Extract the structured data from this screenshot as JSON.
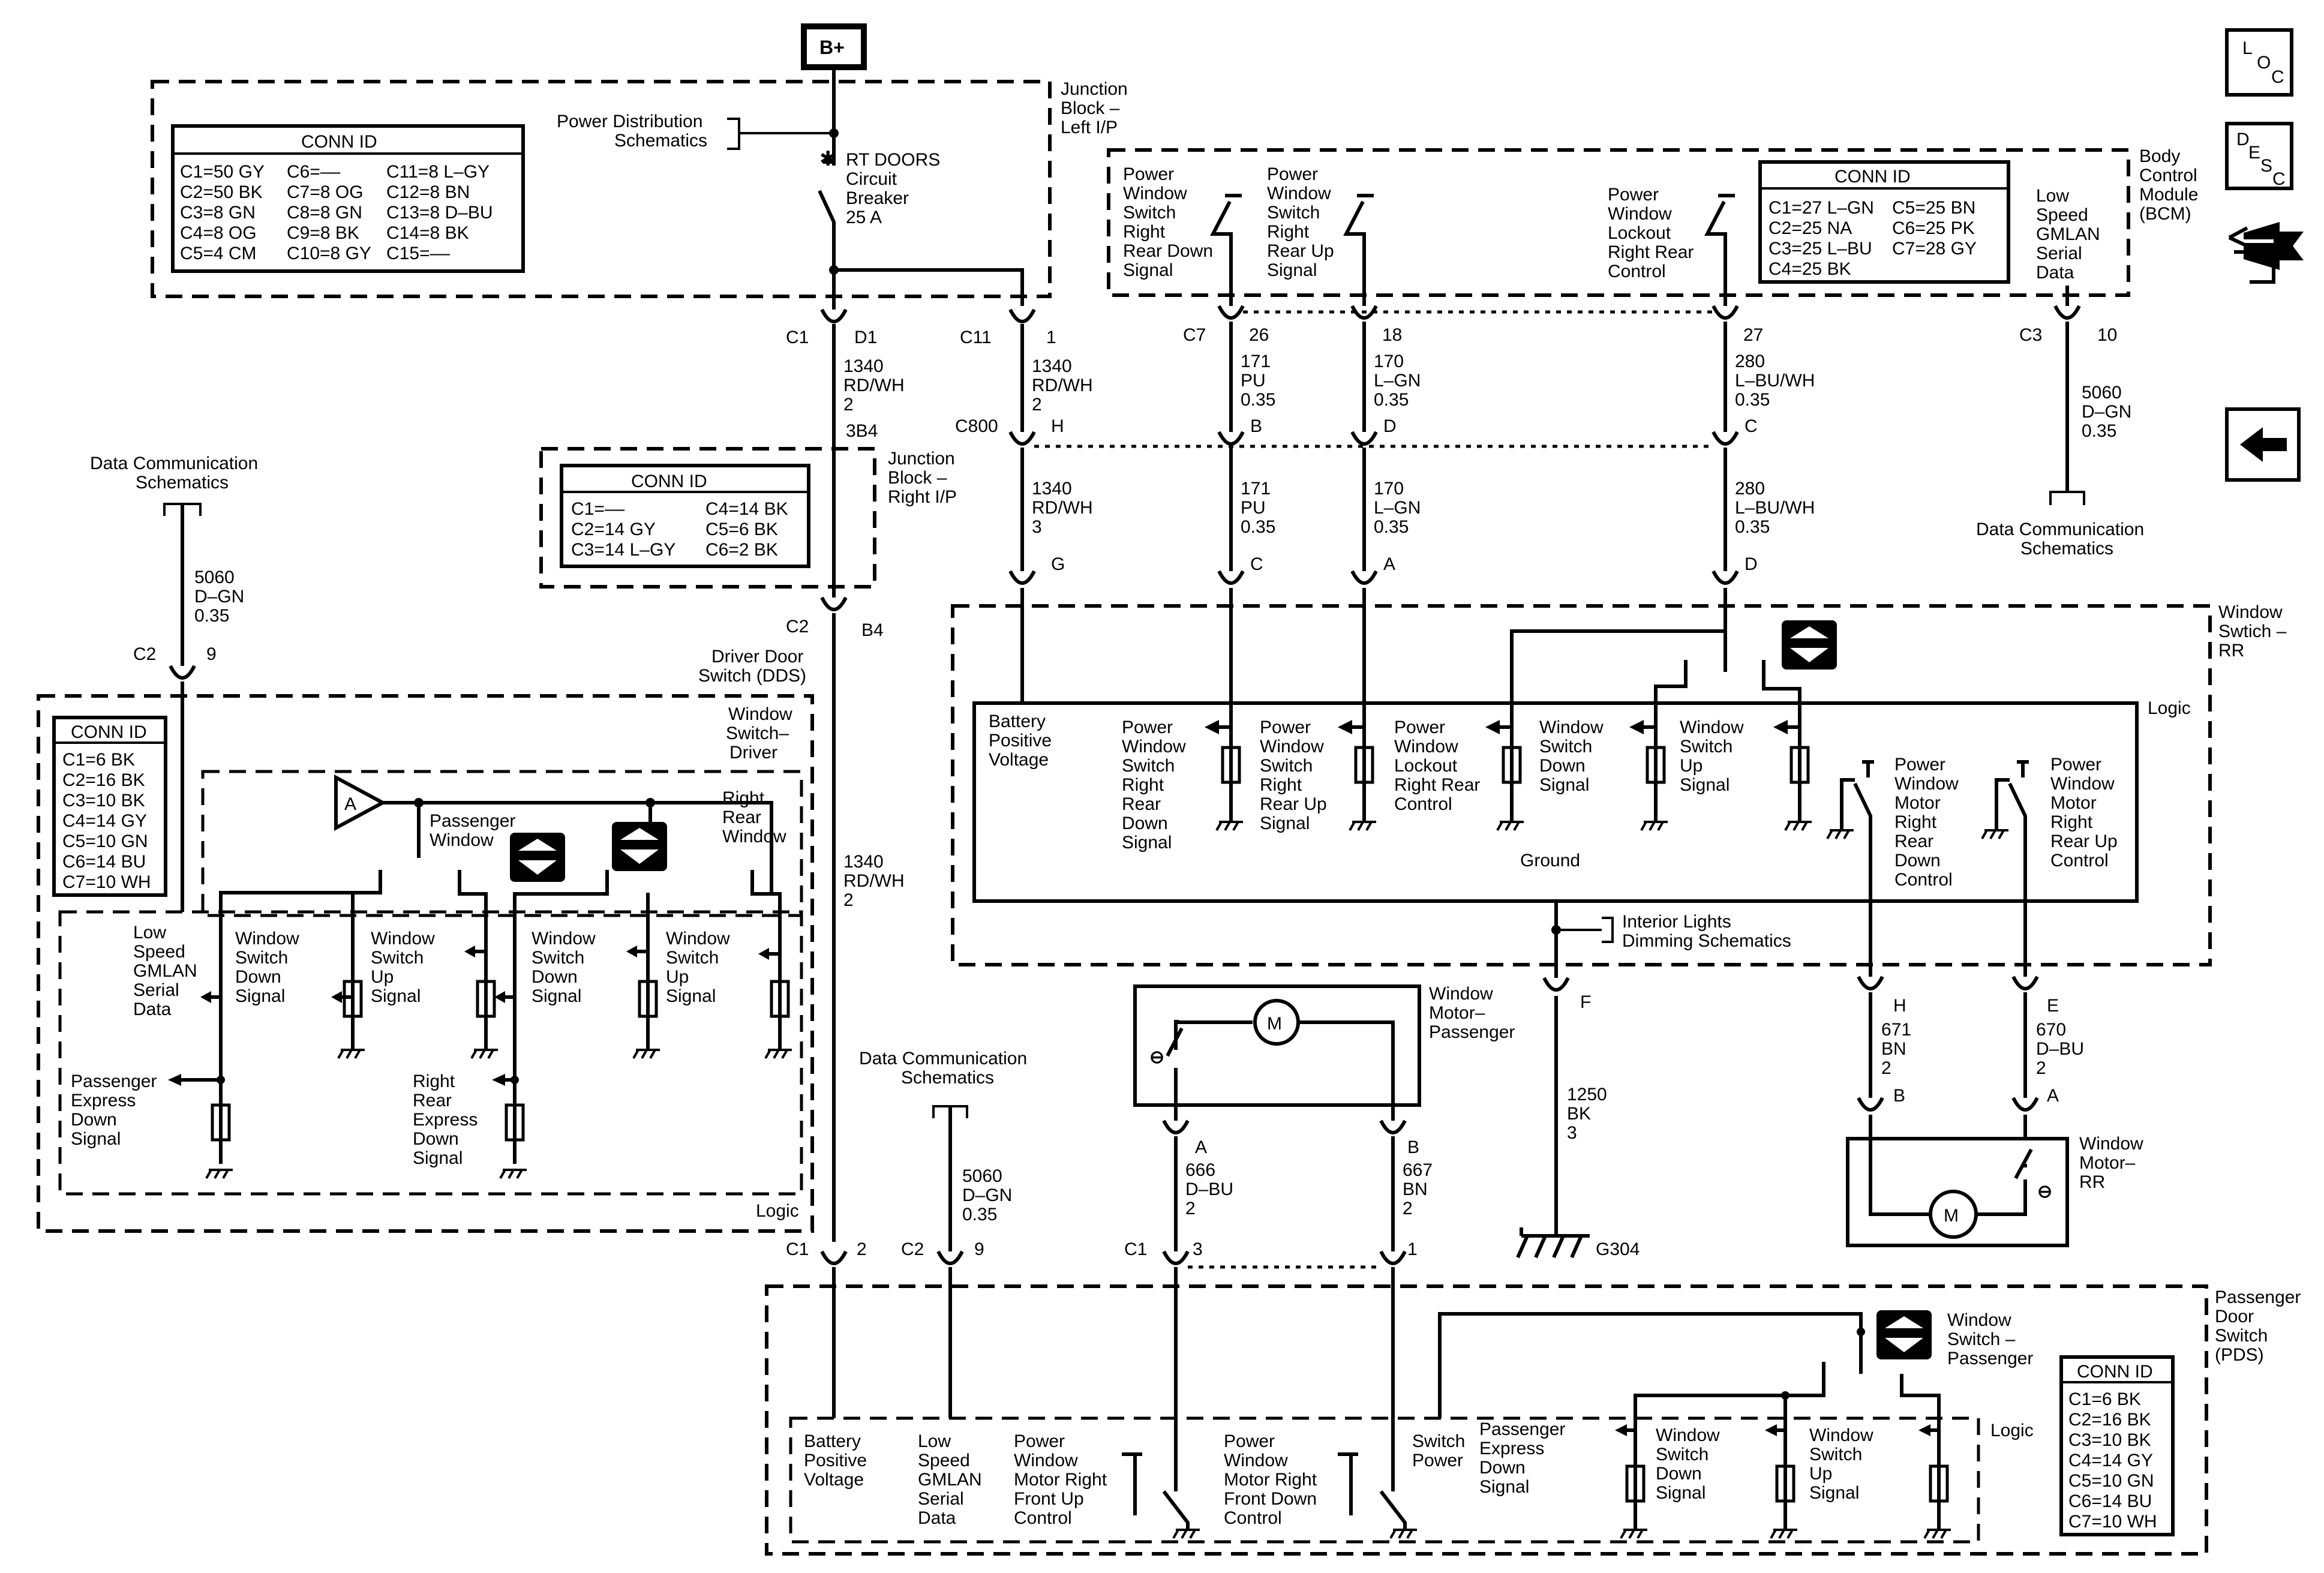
{
  "b_plus": "B+",
  "icons": {
    "loc": [
      "L",
      "O",
      "C"
    ],
    "desc": [
      "D",
      "E",
      "S",
      "C"
    ]
  },
  "jb_left": {
    "name": [
      "Junction",
      "Block –",
      "Left I/P"
    ],
    "conn_id": {
      "title": "CONN ID",
      "rows": [
        [
          "C1=50 GY",
          "C6=––",
          "C11=8 L–GY"
        ],
        [
          "C2=50 BK",
          "C7=8 OG",
          "C12=8 BN"
        ],
        [
          "C3=8 GN",
          "C8=8 GN",
          "C13=8 D–BU"
        ],
        [
          "C4=8 OG",
          "C9=8 BK",
          "C14=8 BK"
        ],
        [
          "C5=4 CM",
          "C10=8 GY",
          "C15=––"
        ]
      ]
    },
    "pds_ref": [
      "Power Distribution",
      "Schematics"
    ],
    "breaker": [
      "RT DOORS",
      "Circuit",
      "Breaker",
      "25 A"
    ]
  },
  "jb_right": {
    "name": [
      "Junction",
      "Block –",
      "Right I/P"
    ],
    "conn_id": {
      "title": "CONN ID",
      "rows": [
        [
          "C1=––",
          "C4=14 BK"
        ],
        [
          "C2=14 GY",
          "C5=6 BK"
        ],
        [
          "C3=14 L–GY",
          "C6=2 BK"
        ]
      ]
    }
  },
  "bcm": {
    "name": [
      "Body",
      "Control",
      "Module",
      "(BCM)"
    ],
    "conn_id": {
      "title": "CONN ID",
      "rows": [
        [
          "C1=27 L–GN",
          "C5=25 BN"
        ],
        [
          "C2=25 NA",
          "C6=25 PK"
        ],
        [
          "C3=25 L–BU",
          "C7=28 GY"
        ],
        [
          "C4=25 BK",
          ""
        ]
      ]
    },
    "signals": [
      [
        "Power",
        "Window",
        "Switch",
        "Right",
        "Rear Down",
        "Signal"
      ],
      [
        "Power",
        "Window",
        "Switch",
        "Right",
        "Rear Up",
        "Signal"
      ],
      [
        "Power",
        "Window",
        "Lockout",
        "Right Rear",
        "Control"
      ],
      [
        "Low",
        "Speed",
        "GMLAN",
        "Serial",
        "Data"
      ]
    ]
  },
  "wire_labels": {
    "w1340_a": [
      "1340",
      "RD/WH",
      "2"
    ],
    "w1340_b": [
      "1340",
      "RD/WH",
      "2"
    ],
    "w1340_c": [
      "1340",
      "RD/WH",
      "3"
    ],
    "w1340_d": [
      "1340",
      "RD/WH",
      "2"
    ],
    "w171_a": [
      "171",
      "PU",
      "0.35"
    ],
    "w171_b": [
      "171",
      "PU",
      "0.35"
    ],
    "w170_a": [
      "170",
      "L–GN",
      "0.35"
    ],
    "w170_b": [
      "170",
      "L–GN",
      "0.35"
    ],
    "w280_a": [
      "280",
      "L–BU/WH",
      "0.35"
    ],
    "w280_b": [
      "280",
      "L–BU/WH",
      "0.35"
    ],
    "w5060_bcm": [
      "5060",
      "D–GN",
      "0.35"
    ],
    "w5060_dds": [
      "5060",
      "D–GN",
      "0.35"
    ],
    "w5060_pds": [
      "5060",
      "D–GN",
      "0.35"
    ],
    "w666": [
      "666",
      "D–BU",
      "2"
    ],
    "w667": [
      "667",
      "BN",
      "2"
    ],
    "w671": [
      "671",
      "BN",
      "2"
    ],
    "w670": [
      "670",
      "D–BU",
      "2"
    ],
    "w1250": [
      "1250",
      "BK",
      "3"
    ],
    "splice": "3B4"
  },
  "pins": {
    "c1": "C1",
    "d1": "D1",
    "c11": "C11",
    "p1": "1",
    "c7": "C7",
    "p26": "26",
    "p18": "18",
    "p27": "27",
    "c3": "C3",
    "p10": "10",
    "c800": "C800",
    "h": "H",
    "b": "B",
    "d": "D",
    "c": "C",
    "g": "G",
    "c_pin": "C",
    "a": "A",
    "d2": "D",
    "c2": "C2",
    "b4": "B4",
    "c2_dds": "C2",
    "p9": "9",
    "f": "F",
    "h2": "H",
    "e": "E",
    "b2": "B",
    "a2": "A",
    "a3": "A",
    "b3": "B",
    "pc1": "C1",
    "p2": "2",
    "pc2": "C2",
    "p9b": "9",
    "pc1b": "C1",
    "p3": "3",
    "p1b": "1"
  },
  "dcs": [
    "Data Communication",
    "Schematics"
  ],
  "ildr": [
    "Interior Lights",
    "Dimming Schematics"
  ],
  "dds": {
    "title": [
      "Driver Door",
      "Switch (DDS)"
    ],
    "module": [
      "Window",
      "Switch–",
      "Driver"
    ],
    "conn_id": {
      "title": "CONN ID",
      "rows": [
        "C1=6 BK",
        "C2=16 BK",
        "C3=10 BK",
        "C4=14 GY",
        "C5=10 GN",
        "C6=14 BU",
        "C7=10 WH"
      ]
    },
    "amp": "A",
    "passenger_window": [
      "Passenger",
      "Window"
    ],
    "right_rear_window": [
      "Right",
      "Rear",
      "Window"
    ],
    "low_speed": [
      "Low",
      "Speed",
      "GMLAN",
      "Serial",
      "Data"
    ],
    "sw_down_1": [
      "Window",
      "Switch",
      "Down",
      "Signal"
    ],
    "sw_up_1": [
      "Window",
      "Switch",
      "Up",
      "Signal"
    ],
    "sw_down_2": [
      "Window",
      "Switch",
      "Down",
      "Signal"
    ],
    "sw_up_2": [
      "Window",
      "Switch",
      "Up",
      "Signal"
    ],
    "pass_express": [
      "Passenger",
      "Express",
      "Down",
      "Signal"
    ],
    "rr_express": [
      "Right",
      "Rear",
      "Express",
      "Down",
      "Signal"
    ],
    "logic": "Logic"
  },
  "rr": {
    "name": [
      "Window",
      "Swtich –",
      "RR"
    ],
    "logic": "Logic",
    "battery": [
      "Battery",
      "Positive",
      "Voltage"
    ],
    "sig1": [
      "Power",
      "Window",
      "Switch",
      "Right",
      "Rear",
      "Down",
      "Signal"
    ],
    "sig2": [
      "Power",
      "Window",
      "Switch",
      "Right",
      "Rear Up",
      "Signal"
    ],
    "sig3": [
      "Power",
      "Window",
      "Lockout",
      "Right Rear",
      "Control"
    ],
    "sig4": [
      "Window",
      "Switch",
      "Down",
      "Signal"
    ],
    "sig5": [
      "Window",
      "Switch",
      "Up",
      "Signal"
    ],
    "motor_down": [
      "Power",
      "Window",
      "Motor",
      "Right",
      "Rear",
      "Down",
      "Control"
    ],
    "motor_up": [
      "Power",
      "Window",
      "Motor",
      "Right",
      "Rear Up",
      "Control"
    ],
    "ground": "Ground"
  },
  "motor_pass": {
    "name": [
      "Window",
      "Motor–",
      "Passenger"
    ],
    "m": "M"
  },
  "motor_rr": {
    "name": [
      "Window",
      "Motor–",
      "RR"
    ],
    "m": "M"
  },
  "g304": "G304",
  "pds": {
    "title": [
      "Passenger",
      "Door",
      "Switch",
      "(PDS)"
    ],
    "module": [
      "Window",
      "Switch –",
      "Passenger"
    ],
    "logic": "Logic",
    "conn_id": {
      "title": "CONN ID",
      "rows": [
        "C1=6 BK",
        "C2=16 BK",
        "C3=10 BK",
        "C4=14 GY",
        "C5=10 GN",
        "C6=14 BU",
        "C7=10 WH"
      ]
    },
    "battery": [
      "Battery",
      "Positive",
      "Voltage"
    ],
    "low_speed": [
      "Low",
      "Speed",
      "GMLAN",
      "Serial",
      "Data"
    ],
    "motor_up": [
      "Power",
      "Window",
      "Motor Right",
      "Front Up",
      "Control"
    ],
    "motor_down": [
      "Power",
      "Window",
      "Motor Right",
      "Front Down",
      "Control"
    ],
    "switch_power": [
      "Switch",
      "Power"
    ],
    "pass_express": [
      "Passenger",
      "Express",
      "Down",
      "Signal"
    ],
    "sw_down": [
      "Window",
      "Switch",
      "Down",
      "Signal"
    ],
    "sw_up": [
      "Window",
      "Switch",
      "Up",
      "Signal"
    ]
  }
}
